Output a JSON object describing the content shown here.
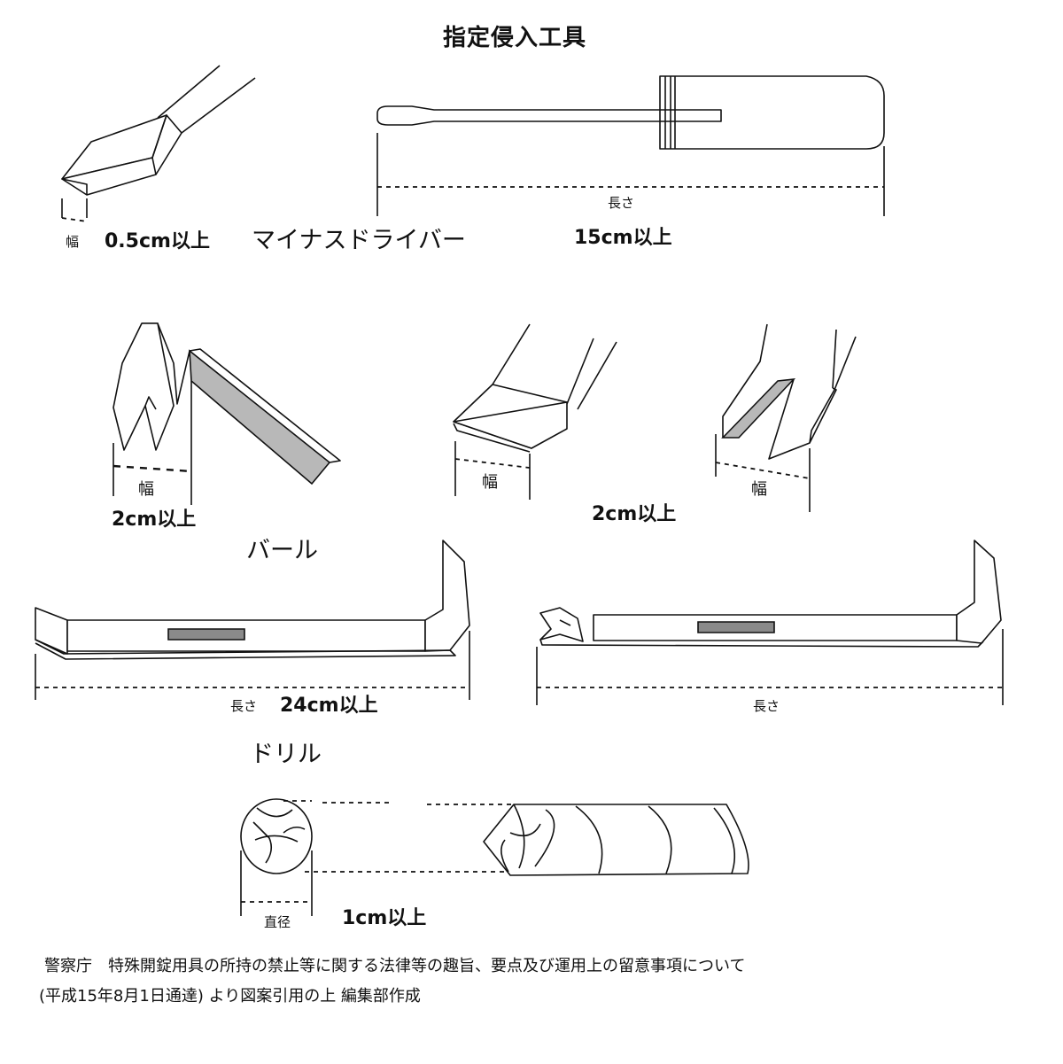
{
  "title": "指定侵入工具",
  "screwdriver": {
    "name": "マイナスドライバー",
    "width_label": "幅",
    "width_spec": "0.5cm以上",
    "length_label": "長さ",
    "length_spec": "15cm以上"
  },
  "bar": {
    "name": "バール",
    "width_label_1": "幅",
    "width_label_2": "幅",
    "width_label_3": "幅",
    "width_spec_1": "2cm以上",
    "width_spec_2": "2cm以上",
    "length_label_1": "長さ",
    "length_label_2": "長さ",
    "length_spec": "24cm以上"
  },
  "drill": {
    "name": "ドリル",
    "diameter_label": "直径",
    "diameter_spec": "1cm以上"
  },
  "caption": {
    "line1": "警察庁　特殊開錠用具の所持の禁止等に関する法律等の趣旨、要点及び運用上の留意事項について",
    "line2": "(平成15年8月1日通達) より図案引用の上 編集部作成"
  }
}
